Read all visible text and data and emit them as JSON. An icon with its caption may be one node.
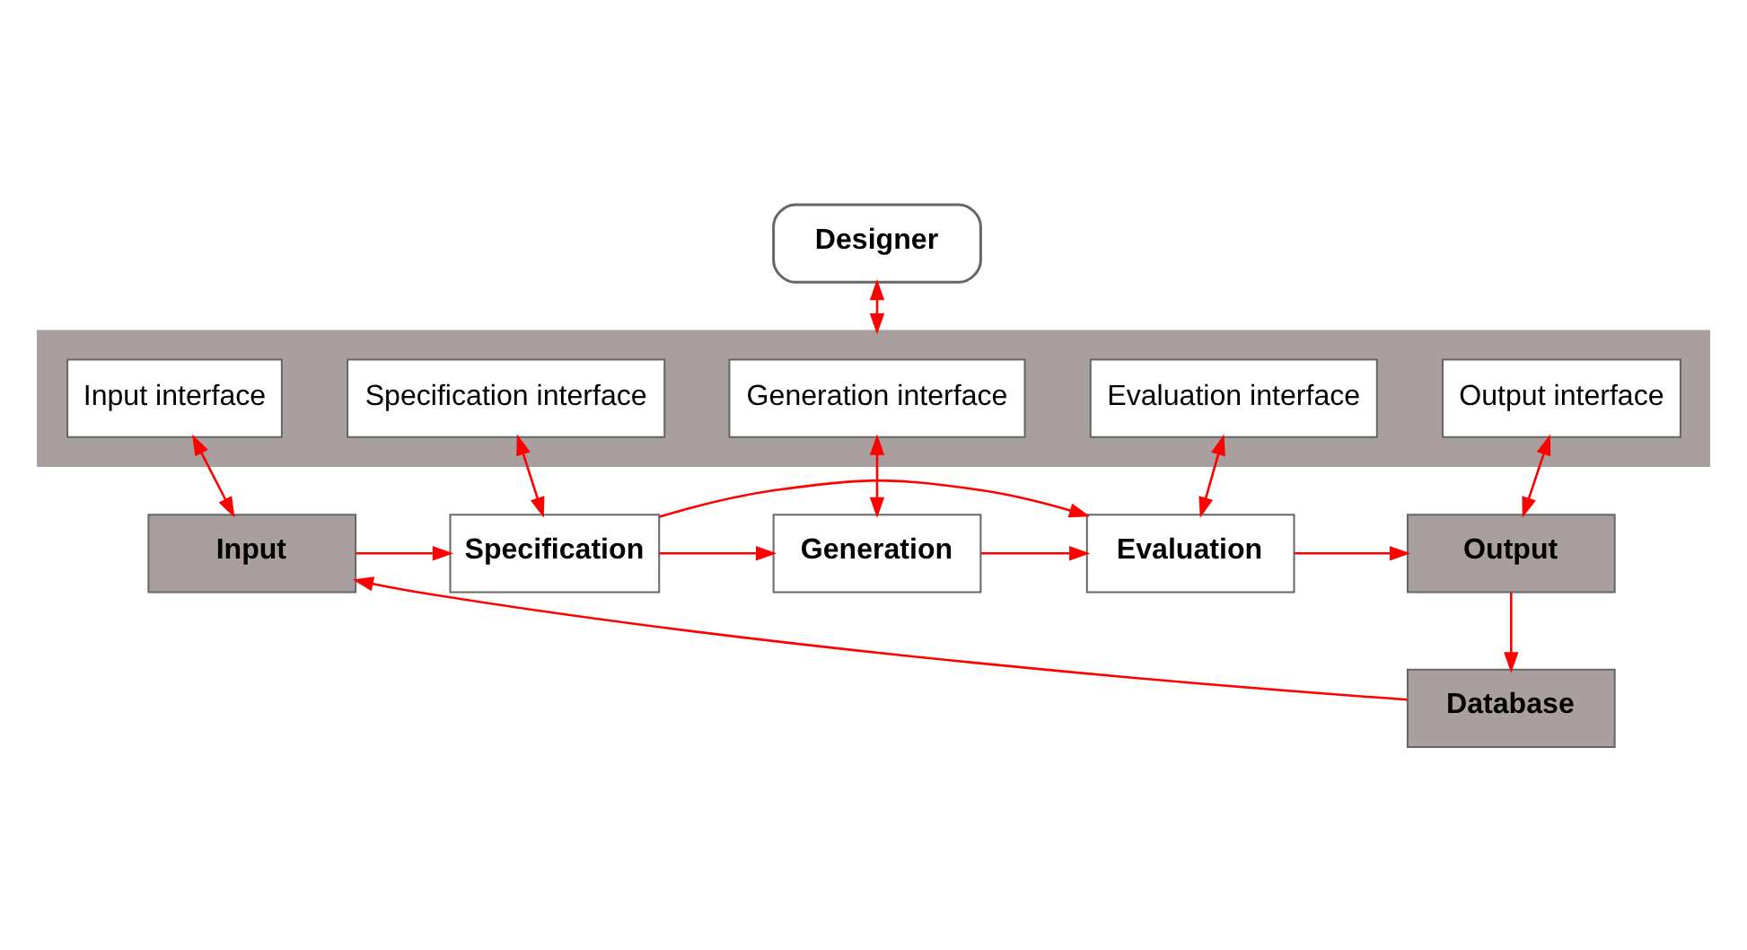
{
  "diagram": {
    "nodes": [
      {
        "text": [
          "Designer"
        ]
      },
      {
        "text": [],
        "shape": "box"
      },
      {
        "text": [
          "Input interface"
        ],
        "in": 1
      },
      {
        "text": [
          "Specification interface"
        ],
        "in": 1
      },
      {
        "text": [
          "Generation interface"
        ],
        "in": 1
      },
      {
        "text": [
          "Evaluation interface"
        ],
        "in": 1
      },
      {
        "text": [
          "Output interface"
        ],
        "in": 1
      },
      {
        "text": [
          "Input"
        ]
      },
      {
        "text": [
          "Specification"
        ]
      },
      {
        "text": [
          "Generation"
        ]
      },
      {
        "text": [
          "Evaluation"
        ]
      },
      {
        "text": [
          "Output"
        ]
      },
      {
        "text": [
          "Database"
        ]
      }
    ],
    "edges": [
      {
        "from": 0,
        "to": 1,
        "arrow": "both"
      },
      {
        "from": 2,
        "to": 7,
        "arrow": "both"
      },
      {
        "from": 3,
        "to": 8,
        "arrow": "both"
      },
      {
        "from": 4,
        "to": 9,
        "arrow": "both"
      },
      {
        "from": 5,
        "to": 10,
        "arrow": "both"
      },
      {
        "from": 6,
        "to": 11,
        "arrow": "both"
      },
      {
        "from": 7,
        "to": 8,
        "arrow": "to"
      },
      {
        "from": 8,
        "to": 9,
        "arrow": "to"
      },
      {
        "from": 9,
        "to": 10,
        "arrow": "to"
      },
      {
        "from": 10,
        "to": 11,
        "arrow": "to"
      },
      {
        "from": 8,
        "to": 10,
        "arrow": "to"
      },
      {
        "from": 11,
        "to": 12,
        "arrow": "to"
      },
      {
        "from": 12,
        "to": 7,
        "arrow": "to"
      }
    ]
  }
}
